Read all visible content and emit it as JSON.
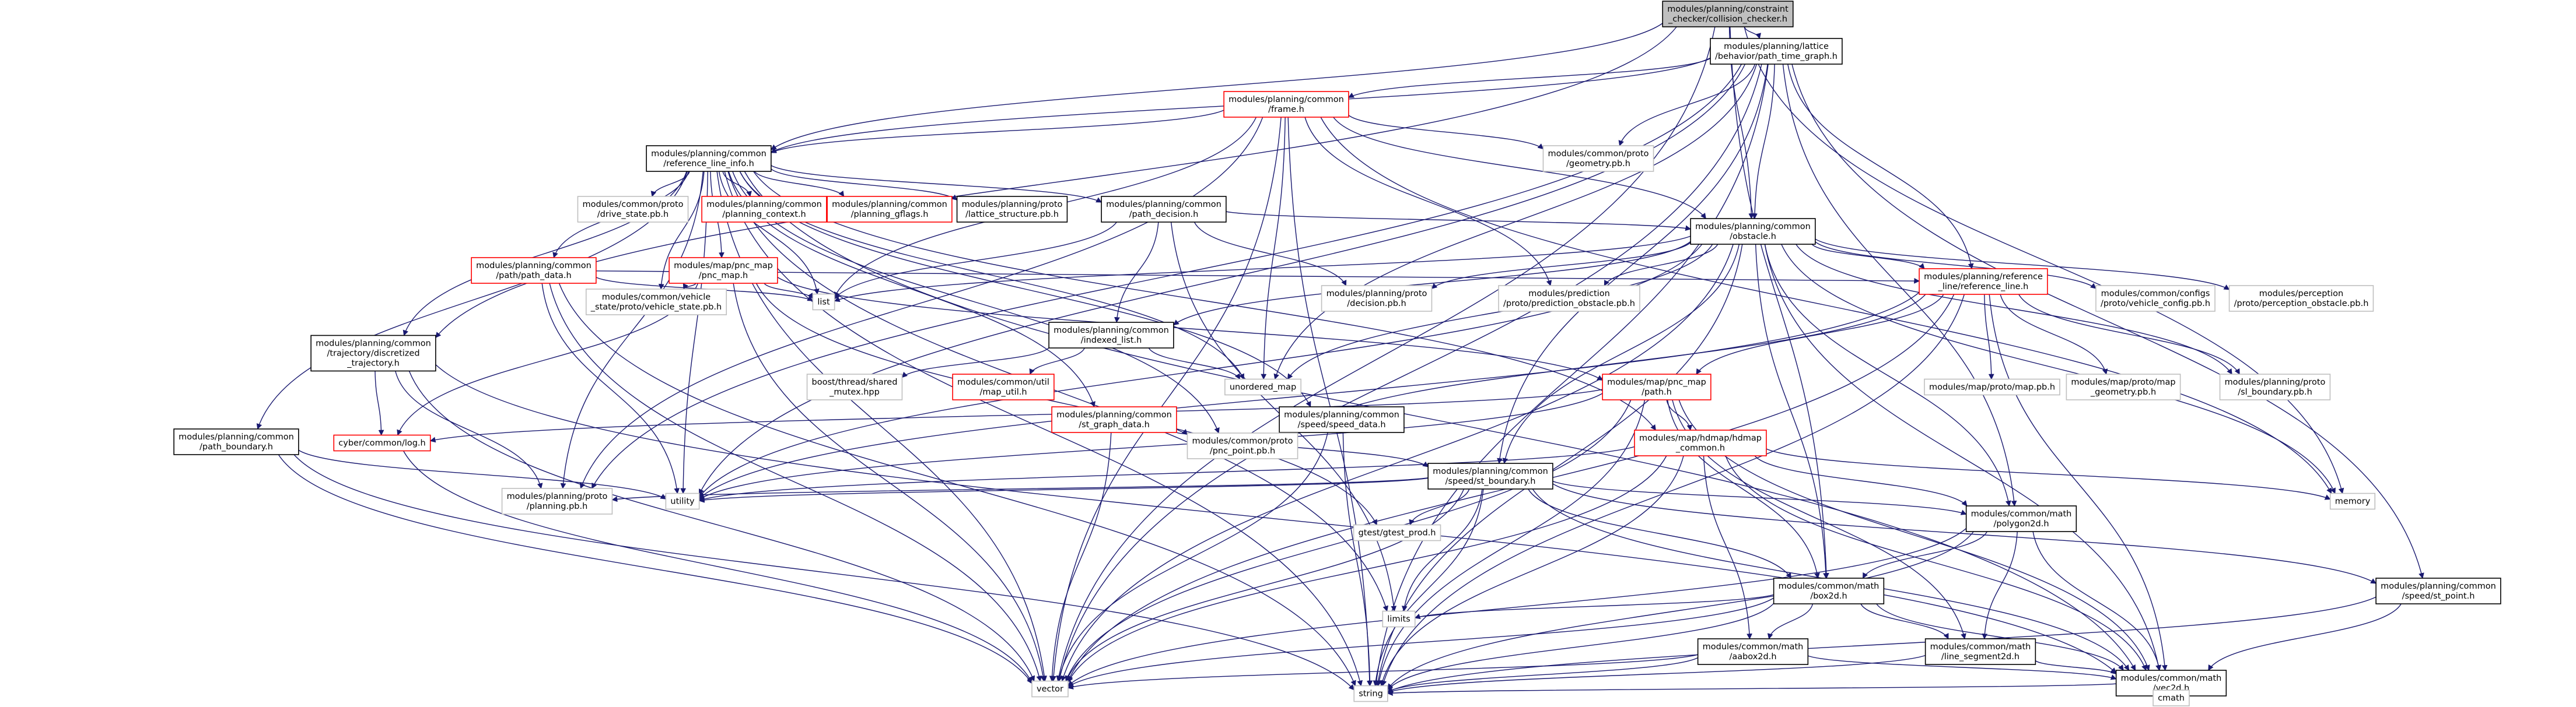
{
  "colors": {
    "root_fill": "#bfbfbf",
    "node_border": "#000000",
    "red_border": "#ff0000",
    "gray_border": "#bfbfbf",
    "edge": "#191970",
    "text": "#000000"
  },
  "nodes": [
    {
      "id": "root",
      "lines": [
        "modules/planning/constraint",
        "_checker/collision_checker.h"
      ],
      "style": "root"
    },
    {
      "id": "ptg",
      "lines": [
        "modules/planning/lattice",
        "/behavior/path_time_graph.h"
      ],
      "style": "black"
    },
    {
      "id": "frame",
      "lines": [
        "modules/planning/common",
        "/frame.h"
      ],
      "style": "red"
    },
    {
      "id": "rli",
      "lines": [
        "modules/planning/common",
        "/reference_line_info.h"
      ],
      "style": "black"
    },
    {
      "id": "geometry_pb",
      "lines": [
        "modules/common/proto",
        "/geometry.pb.h"
      ],
      "style": "gray"
    },
    {
      "id": "drive_state",
      "lines": [
        "modules/common/proto",
        "/drive_state.pb.h"
      ],
      "style": "gray"
    },
    {
      "id": "planning_context",
      "lines": [
        "modules/planning/common",
        "/planning_context.h"
      ],
      "style": "red"
    },
    {
      "id": "planning_gflags",
      "lines": [
        "modules/planning/common",
        "/planning_gflags.h"
      ],
      "style": "red"
    },
    {
      "id": "lattice_structure",
      "lines": [
        "modules/planning/proto",
        "/lattice_structure.pb.h"
      ],
      "style": "black"
    },
    {
      "id": "path_decision",
      "lines": [
        "modules/planning/common",
        "/path_decision.h"
      ],
      "style": "black"
    },
    {
      "id": "obstacle",
      "lines": [
        "modules/planning/common",
        "/obstacle.h"
      ],
      "style": "black"
    },
    {
      "id": "path_data",
      "lines": [
        "modules/planning/common",
        "/path/path_data.h"
      ],
      "style": "red"
    },
    {
      "id": "pnc_map",
      "lines": [
        "modules/map/pnc_map",
        "/pnc_map.h"
      ],
      "style": "red"
    },
    {
      "id": "list",
      "lines": [
        "list"
      ],
      "style": "gray"
    },
    {
      "id": "vehicle_state",
      "lines": [
        "modules/common/vehicle",
        "_state/proto/vehicle_state.pb.h"
      ],
      "style": "gray"
    },
    {
      "id": "reference_line",
      "lines": [
        "modules/planning/reference",
        "_line/reference_line.h"
      ],
      "style": "red"
    },
    {
      "id": "decision_pb",
      "lines": [
        "modules/planning/proto",
        "/decision.pb.h"
      ],
      "style": "gray"
    },
    {
      "id": "prediction_obstacle",
      "lines": [
        "modules/prediction",
        "/proto/prediction_obstacle.pb.h"
      ],
      "style": "gray"
    },
    {
      "id": "vehicle_config",
      "lines": [
        "modules/common/configs",
        "/proto/vehicle_config.pb.h"
      ],
      "style": "gray"
    },
    {
      "id": "perception_obstacle",
      "lines": [
        "modules/perception",
        "/proto/perception_obstacle.pb.h"
      ],
      "style": "gray"
    },
    {
      "id": "indexed_list",
      "lines": [
        "modules/planning/common",
        "/indexed_list.h"
      ],
      "style": "black"
    },
    {
      "id": "shared_mutex",
      "lines": [
        "boost/thread/shared",
        "_mutex.hpp"
      ],
      "style": "gray"
    },
    {
      "id": "map_util",
      "lines": [
        "modules/common/util",
        "/map_util.h"
      ],
      "style": "red"
    },
    {
      "id": "unordered_map",
      "lines": [
        "unordered_map"
      ],
      "style": "gray"
    },
    {
      "id": "trajectory",
      "lines": [
        "modules/planning/common",
        "/trajectory/discretized",
        "_trajectory.h"
      ],
      "style": "black"
    },
    {
      "id": "st_graph_data",
      "lines": [
        "modules/planning/common",
        "/st_graph_data.h"
      ],
      "style": "red"
    },
    {
      "id": "speed_data",
      "lines": [
        "modules/planning/common",
        "/speed/speed_data.h"
      ],
      "style": "black"
    },
    {
      "id": "pnc_path",
      "lines": [
        "modules/map/pnc_map",
        "/path.h"
      ],
      "style": "red"
    },
    {
      "id": "map_pb",
      "lines": [
        "modules/map/proto/map.pb.h"
      ],
      "style": "gray"
    },
    {
      "id": "map_geometry",
      "lines": [
        "modules/map/proto/map",
        "_geometry.pb.h"
      ],
      "style": "gray"
    },
    {
      "id": "sl_boundary",
      "lines": [
        "modules/planning/proto",
        "/sl_boundary.pb.h"
      ],
      "style": "gray"
    },
    {
      "id": "path_boundary",
      "lines": [
        "modules/planning/common",
        "/path_boundary.h"
      ],
      "style": "black"
    },
    {
      "id": "log",
      "lines": [
        "cyber/common/log.h"
      ],
      "style": "red"
    },
    {
      "id": "pnc_point",
      "lines": [
        "modules/common/proto",
        "/pnc_point.pb.h"
      ],
      "style": "gray"
    },
    {
      "id": "hdmap_common",
      "lines": [
        "modules/map/hdmap/hdmap",
        "_common.h"
      ],
      "style": "red"
    },
    {
      "id": "st_boundary",
      "lines": [
        "modules/planning/common",
        "/speed/st_boundary.h"
      ],
      "style": "black"
    },
    {
      "id": "planning_pb",
      "lines": [
        "modules/planning/proto",
        "/planning.pb.h"
      ],
      "style": "gray"
    },
    {
      "id": "utility",
      "lines": [
        "utility"
      ],
      "style": "gray"
    },
    {
      "id": "gtest",
      "lines": [
        "gtest/gtest_prod.h"
      ],
      "style": "gray"
    },
    {
      "id": "memory",
      "lines": [
        "memory"
      ],
      "style": "gray"
    },
    {
      "id": "polygon2d",
      "lines": [
        "modules/common/math",
        "/polygon2d.h"
      ],
      "style": "black"
    },
    {
      "id": "box2d",
      "lines": [
        "modules/common/math",
        "/box2d.h"
      ],
      "style": "black"
    },
    {
      "id": "st_point",
      "lines": [
        "modules/planning/common",
        "/speed/st_point.h"
      ],
      "style": "black"
    },
    {
      "id": "limits",
      "lines": [
        "limits"
      ],
      "style": "gray"
    },
    {
      "id": "aabox2d",
      "lines": [
        "modules/common/math",
        "/aabox2d.h"
      ],
      "style": "black"
    },
    {
      "id": "line_segment2d",
      "lines": [
        "modules/common/math",
        "/line_segment2d.h"
      ],
      "style": "black"
    },
    {
      "id": "vector",
      "lines": [
        "vector"
      ],
      "style": "gray"
    },
    {
      "id": "vec2d",
      "lines": [
        "modules/common/math",
        "/vec2d.h"
      ],
      "style": "black"
    },
    {
      "id": "string",
      "lines": [
        "string"
      ],
      "style": "gray"
    },
    {
      "id": "cmath",
      "lines": [
        "cmath"
      ],
      "style": "gray"
    }
  ],
  "edges": [
    [
      "root",
      "ptg"
    ],
    [
      "root",
      "rli"
    ],
    [
      "root",
      "obstacle"
    ],
    [
      "root",
      "trajectory"
    ],
    [
      "root",
      "memory"
    ],
    [
      "root",
      "vector"
    ],
    [
      "root",
      "box2d"
    ],
    [
      "ptg",
      "frame"
    ],
    [
      "ptg",
      "rli"
    ],
    [
      "ptg",
      "geometry_pb"
    ],
    [
      "ptg",
      "obstacle"
    ],
    [
      "ptg",
      "reference_line"
    ],
    [
      "ptg",
      "st_boundary"
    ],
    [
      "ptg",
      "polygon2d"
    ],
    [
      "ptg",
      "st_point"
    ],
    [
      "ptg",
      "vector"
    ],
    [
      "ptg",
      "string"
    ],
    [
      "ptg",
      "unordered_map"
    ],
    [
      "ptg",
      "utility"
    ],
    [
      "ptg",
      "planning_pb"
    ],
    [
      "frame",
      "rli"
    ],
    [
      "frame",
      "geometry_pb"
    ],
    [
      "frame",
      "obstacle"
    ],
    [
      "frame",
      "prediction_obstacle"
    ],
    [
      "frame",
      "planning_pb"
    ],
    [
      "frame",
      "list"
    ],
    [
      "frame",
      "unordered_map"
    ],
    [
      "frame",
      "vector"
    ],
    [
      "frame",
      "string"
    ],
    [
      "frame",
      "memory"
    ],
    [
      "rli",
      "drive_state"
    ],
    [
      "rli",
      "planning_context"
    ],
    [
      "rli",
      "planning_gflags"
    ],
    [
      "rli",
      "lattice_structure"
    ],
    [
      "rli",
      "path_decision"
    ],
    [
      "rli",
      "path_data"
    ],
    [
      "rli",
      "pnc_map"
    ],
    [
      "rli",
      "vehicle_state"
    ],
    [
      "rli",
      "list"
    ],
    [
      "rli",
      "trajectory"
    ],
    [
      "rli",
      "st_graph_data"
    ],
    [
      "rli",
      "speed_data"
    ],
    [
      "rli",
      "path_boundary"
    ],
    [
      "rli",
      "unordered_map"
    ],
    [
      "rli",
      "pnc_point"
    ],
    [
      "rli",
      "utility"
    ],
    [
      "rli",
      "planning_pb"
    ],
    [
      "rli",
      "vector"
    ],
    [
      "rli",
      "string"
    ],
    [
      "rli",
      "limits"
    ],
    [
      "rli",
      "vec2d"
    ],
    [
      "rli",
      "hdmap_common"
    ],
    [
      "path_decision",
      "obstacle"
    ],
    [
      "path_decision",
      "indexed_list"
    ],
    [
      "path_decision",
      "decision_pb"
    ],
    [
      "path_decision",
      "list"
    ],
    [
      "path_decision",
      "limits"
    ],
    [
      "obstacle",
      "reference_line"
    ],
    [
      "obstacle",
      "decision_pb"
    ],
    [
      "obstacle",
      "prediction_obstacle"
    ],
    [
      "obstacle",
      "vehicle_config"
    ],
    [
      "obstacle",
      "perception_obstacle"
    ],
    [
      "obstacle",
      "indexed_list"
    ],
    [
      "obstacle",
      "list"
    ],
    [
      "obstacle",
      "st_boundary"
    ],
    [
      "obstacle",
      "unordered_map"
    ],
    [
      "obstacle",
      "sl_boundary"
    ],
    [
      "obstacle",
      "box2d"
    ],
    [
      "obstacle",
      "polygon2d"
    ],
    [
      "obstacle",
      "vec2d"
    ],
    [
      "obstacle",
      "vector"
    ],
    [
      "obstacle",
      "string"
    ],
    [
      "obstacle",
      "memory"
    ],
    [
      "obstacle",
      "utility"
    ],
    [
      "path_data",
      "reference_line"
    ],
    [
      "path_data",
      "list"
    ],
    [
      "path_data",
      "utility"
    ],
    [
      "path_data",
      "vector"
    ],
    [
      "path_data",
      "string"
    ],
    [
      "pnc_map",
      "pnc_path"
    ],
    [
      "pnc_map",
      "list"
    ],
    [
      "pnc_map",
      "vehicle_state"
    ],
    [
      "pnc_map",
      "log"
    ],
    [
      "pnc_map",
      "gtest"
    ],
    [
      "pnc_map",
      "vector"
    ],
    [
      "reference_line",
      "pnc_path"
    ],
    [
      "reference_line",
      "map_pb"
    ],
    [
      "reference_line",
      "map_geometry"
    ],
    [
      "reference_line",
      "sl_boundary"
    ],
    [
      "reference_line",
      "pnc_point"
    ],
    [
      "reference_line",
      "vec2d"
    ],
    [
      "reference_line",
      "utility"
    ],
    [
      "reference_line",
      "vector"
    ],
    [
      "reference_line",
      "string"
    ],
    [
      "indexed_list",
      "unordered_map"
    ],
    [
      "indexed_list",
      "shared_mutex"
    ],
    [
      "indexed_list",
      "map_util"
    ],
    [
      "trajectory",
      "planning_pb"
    ],
    [
      "trajectory",
      "vector"
    ],
    [
      "trajectory",
      "vec2d"
    ],
    [
      "trajectory",
      "log"
    ],
    [
      "st_graph_data",
      "st_boundary"
    ],
    [
      "st_graph_data",
      "pnc_point"
    ],
    [
      "st_graph_data",
      "vector"
    ],
    [
      "speed_data",
      "pnc_point"
    ],
    [
      "speed_data",
      "vector"
    ],
    [
      "speed_data",
      "string"
    ],
    [
      "pnc_path",
      "hdmap_common"
    ],
    [
      "pnc_path",
      "log"
    ],
    [
      "pnc_path",
      "vec2d"
    ],
    [
      "pnc_path",
      "box2d"
    ],
    [
      "pnc_path",
      "line_segment2d"
    ],
    [
      "pnc_path",
      "vector"
    ],
    [
      "pnc_path",
      "string"
    ],
    [
      "pnc_path",
      "utility"
    ],
    [
      "path_boundary",
      "utility"
    ],
    [
      "path_boundary",
      "vector"
    ],
    [
      "path_boundary",
      "string"
    ],
    [
      "log",
      "vector"
    ],
    [
      "hdmap_common",
      "polygon2d"
    ],
    [
      "hdmap_common",
      "aabox2d"
    ],
    [
      "hdmap_common",
      "vec2d"
    ],
    [
      "hdmap_common",
      "utility"
    ],
    [
      "hdmap_common",
      "vector"
    ],
    [
      "hdmap_common",
      "string"
    ],
    [
      "hdmap_common",
      "memory"
    ],
    [
      "st_boundary",
      "polygon2d"
    ],
    [
      "st_boundary",
      "box2d"
    ],
    [
      "st_boundary",
      "st_point"
    ],
    [
      "st_boundary",
      "vec2d"
    ],
    [
      "st_boundary",
      "planning_pb"
    ],
    [
      "st_boundary",
      "utility"
    ],
    [
      "st_boundary",
      "gtest"
    ],
    [
      "st_boundary",
      "limits"
    ],
    [
      "st_boundary",
      "vector"
    ],
    [
      "st_boundary",
      "string"
    ],
    [
      "polygon2d",
      "box2d"
    ],
    [
      "polygon2d",
      "line_segment2d"
    ],
    [
      "polygon2d",
      "vec2d"
    ],
    [
      "polygon2d",
      "vector"
    ],
    [
      "polygon2d",
      "string"
    ],
    [
      "box2d",
      "aabox2d"
    ],
    [
      "box2d",
      "line_segment2d"
    ],
    [
      "box2d",
      "vec2d"
    ],
    [
      "box2d",
      "limits"
    ],
    [
      "box2d",
      "vector"
    ],
    [
      "box2d",
      "string"
    ],
    [
      "st_point",
      "vec2d"
    ],
    [
      "st_point",
      "string"
    ],
    [
      "aabox2d",
      "vec2d"
    ],
    [
      "aabox2d",
      "vector"
    ],
    [
      "aabox2d",
      "string"
    ],
    [
      "line_segment2d",
      "vec2d"
    ],
    [
      "line_segment2d",
      "string"
    ],
    [
      "vec2d",
      "string"
    ],
    [
      "vec2d",
      "cmath"
    ]
  ]
}
